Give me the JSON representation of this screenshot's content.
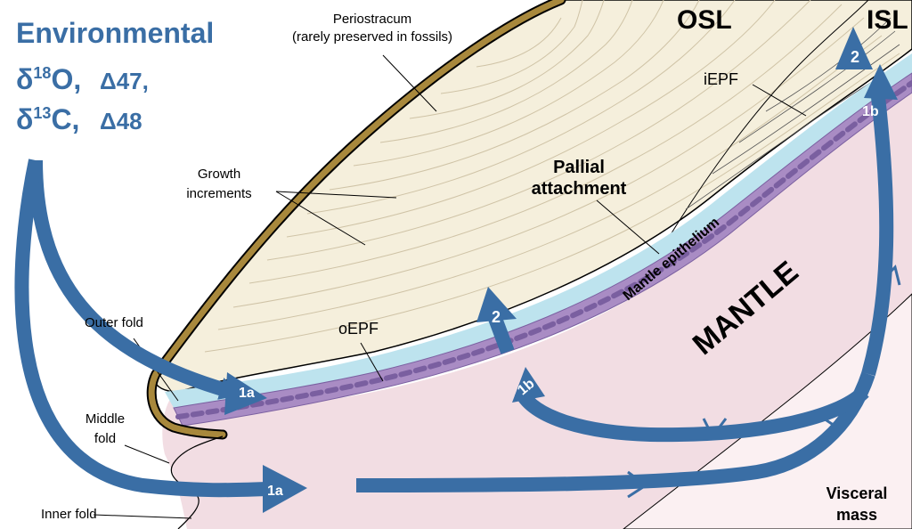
{
  "title_block": {
    "line1": "Environmental",
    "delta_symbol": "δ",
    "o_mass": "18",
    "o_element": "O,",
    "cap47": "Δ47",
    "cap47_comma": ",",
    "c_mass": "13",
    "c_element": "C,",
    "cap48": "Δ48"
  },
  "labels": {
    "periostracum_1": "Periostracum",
    "periostracum_2": "(rarely preserved in fossils)",
    "osl": "OSL",
    "isl": "ISL",
    "iepf": "iEPF",
    "growth_1": "Growth",
    "growth_2": "increments",
    "pallial_1": "Pallial",
    "pallial_2": "attachment",
    "mantle_epithelium": "Mantle epithelium",
    "mantle": "MANTLE",
    "outer_fold": "Outer fold",
    "oepf": "oEPF",
    "middle_fold_1": "Middle",
    "middle_fold_2": "fold",
    "inner_fold": "Inner fold",
    "visceral_1": "Visceral",
    "visceral_2": "mass"
  },
  "arrows": {
    "a1a_upper": "1a",
    "a1a_lower": "1a",
    "a1b_left": "1b",
    "a1b_right": "1b",
    "a2_mid": "2",
    "a2_top": "2"
  },
  "colors": {
    "shell": "#f5efdc",
    "periostracum": "#a8883c",
    "mantle": "#f2dde3",
    "visceral": "#fbf0f2",
    "epf": "#bde3ee",
    "epithelium": "#a98cc4",
    "arrow": "#3a6ea5"
  }
}
